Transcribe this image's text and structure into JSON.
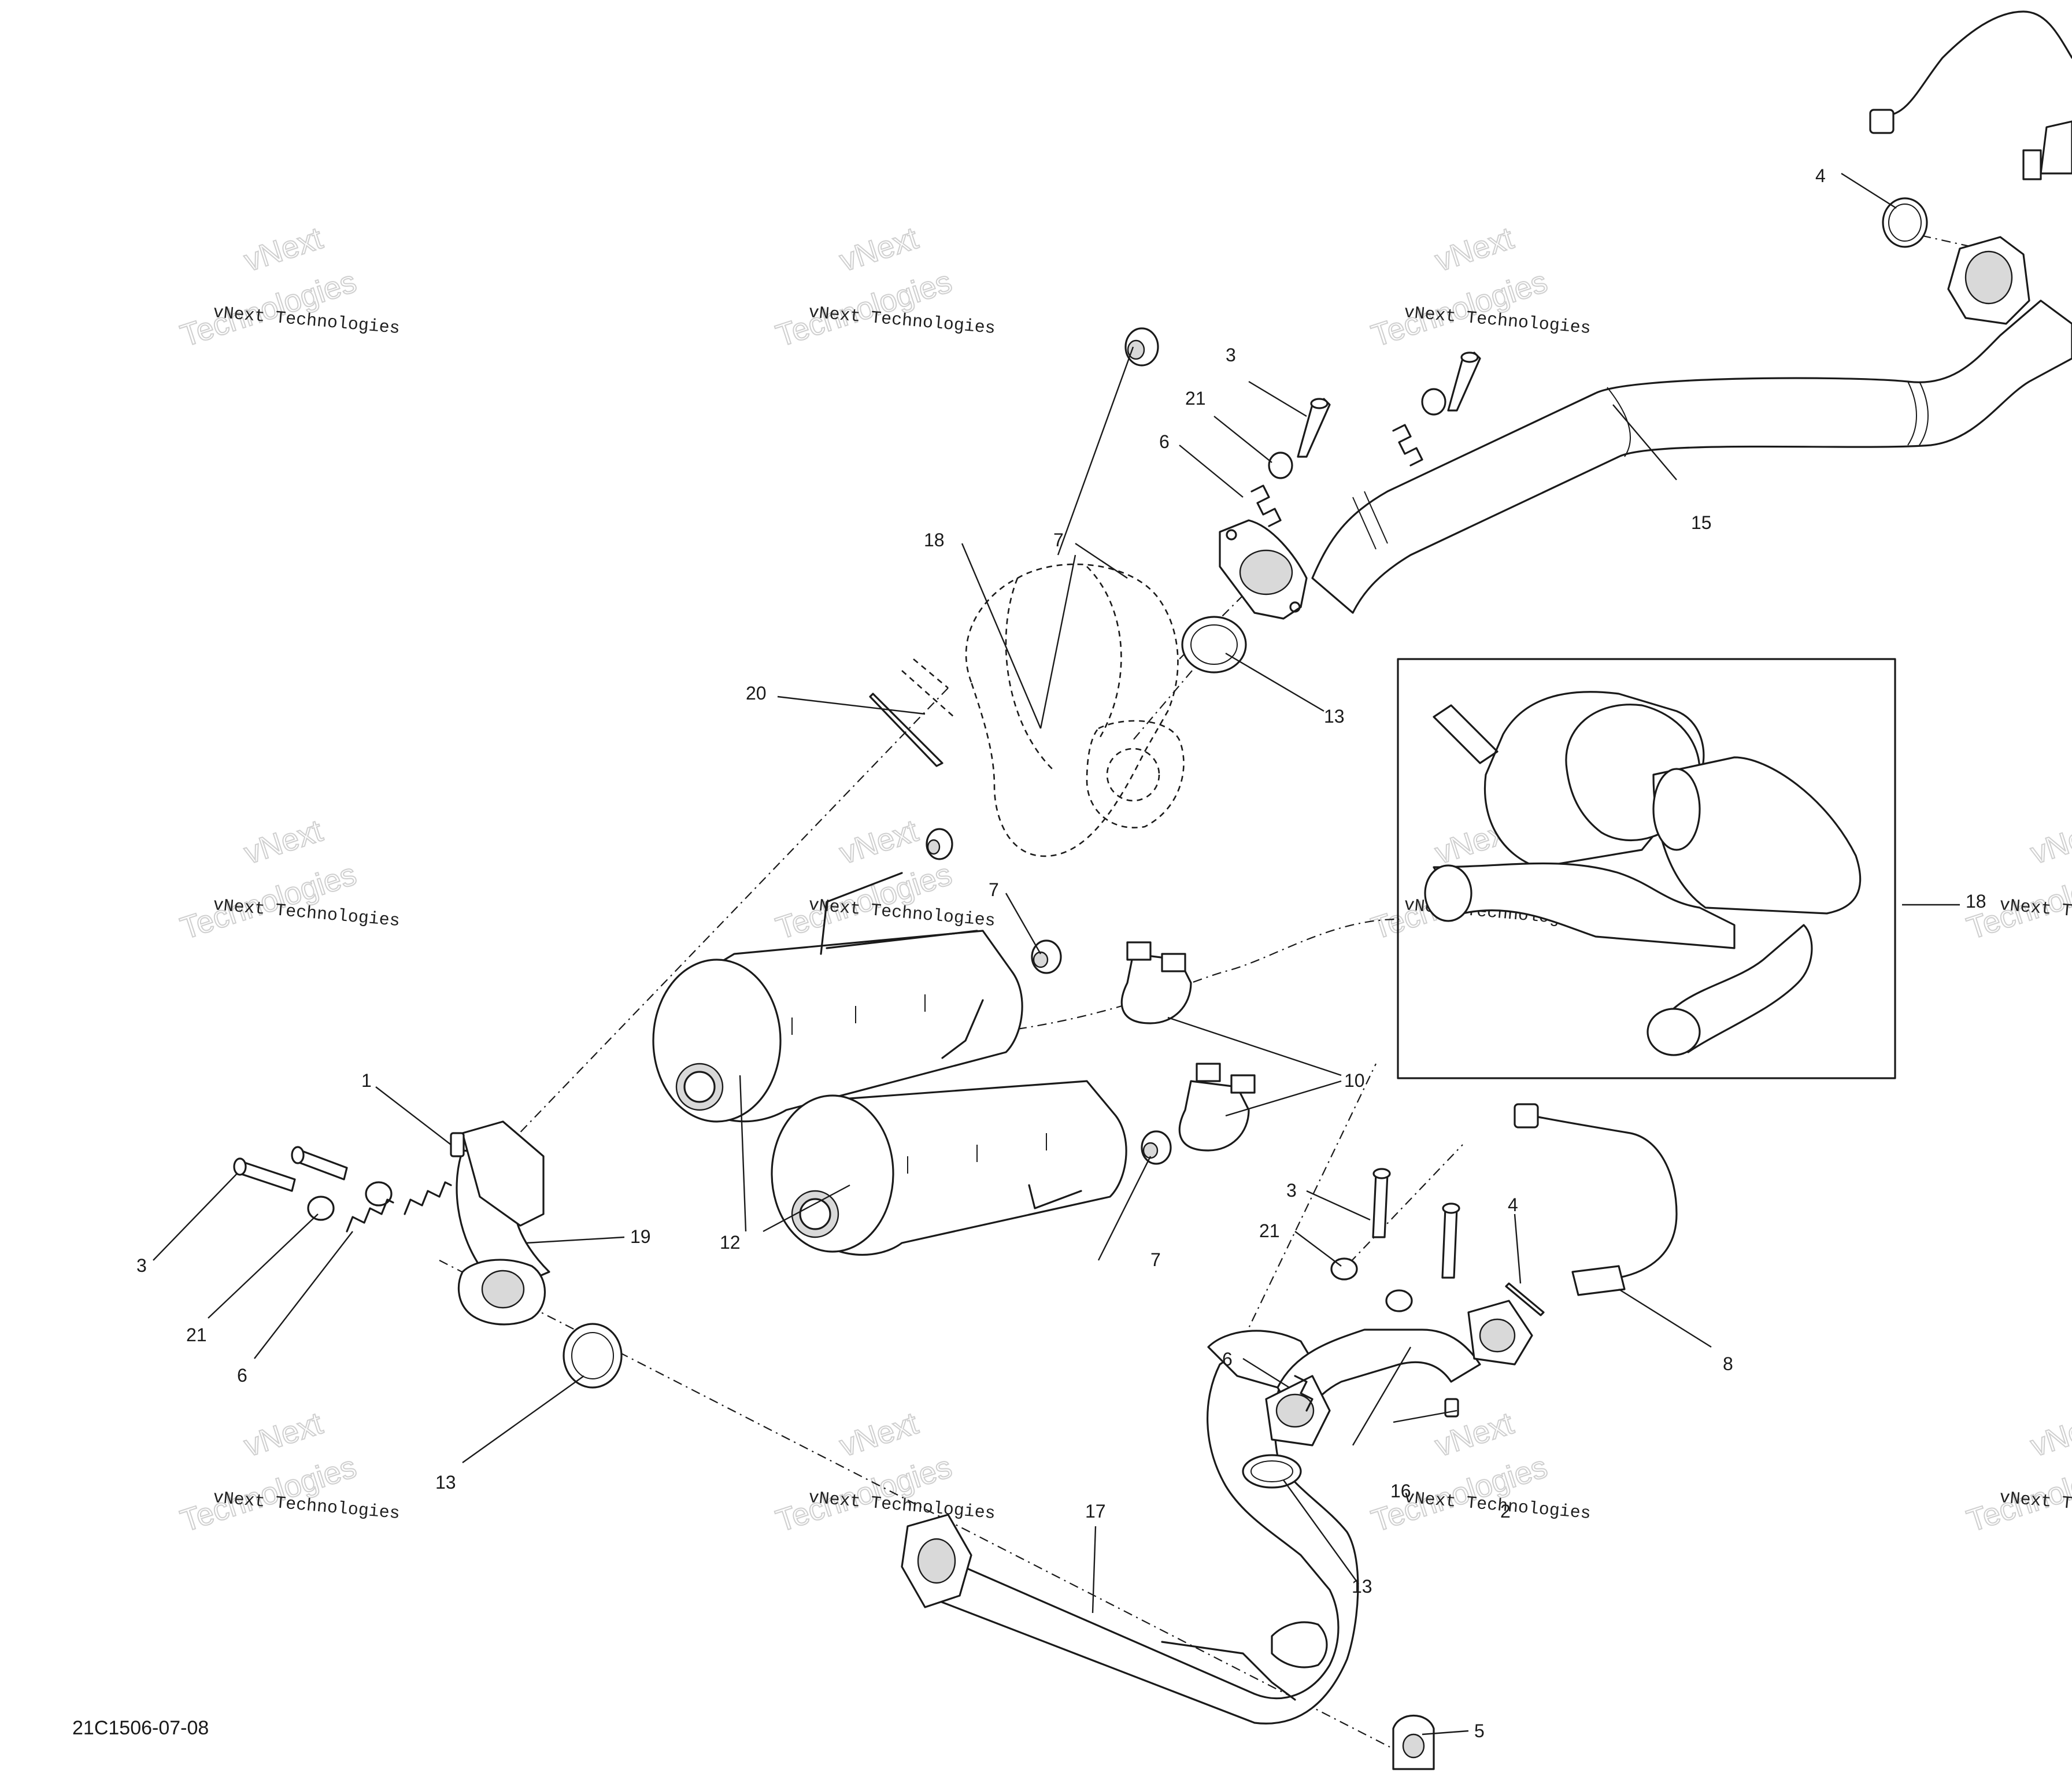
{
  "drawing_code": "21C1506-07-08",
  "watermark": {
    "line1": "vNext Technologies",
    "big_top": "vNext",
    "big_bottom": "Technologies"
  },
  "callouts": [
    "1",
    "2",
    "3",
    "4",
    "5",
    "6",
    "7",
    "8",
    "10",
    "12",
    "13",
    "15",
    "16",
    "17",
    "18",
    "19",
    "20",
    "21"
  ]
}
